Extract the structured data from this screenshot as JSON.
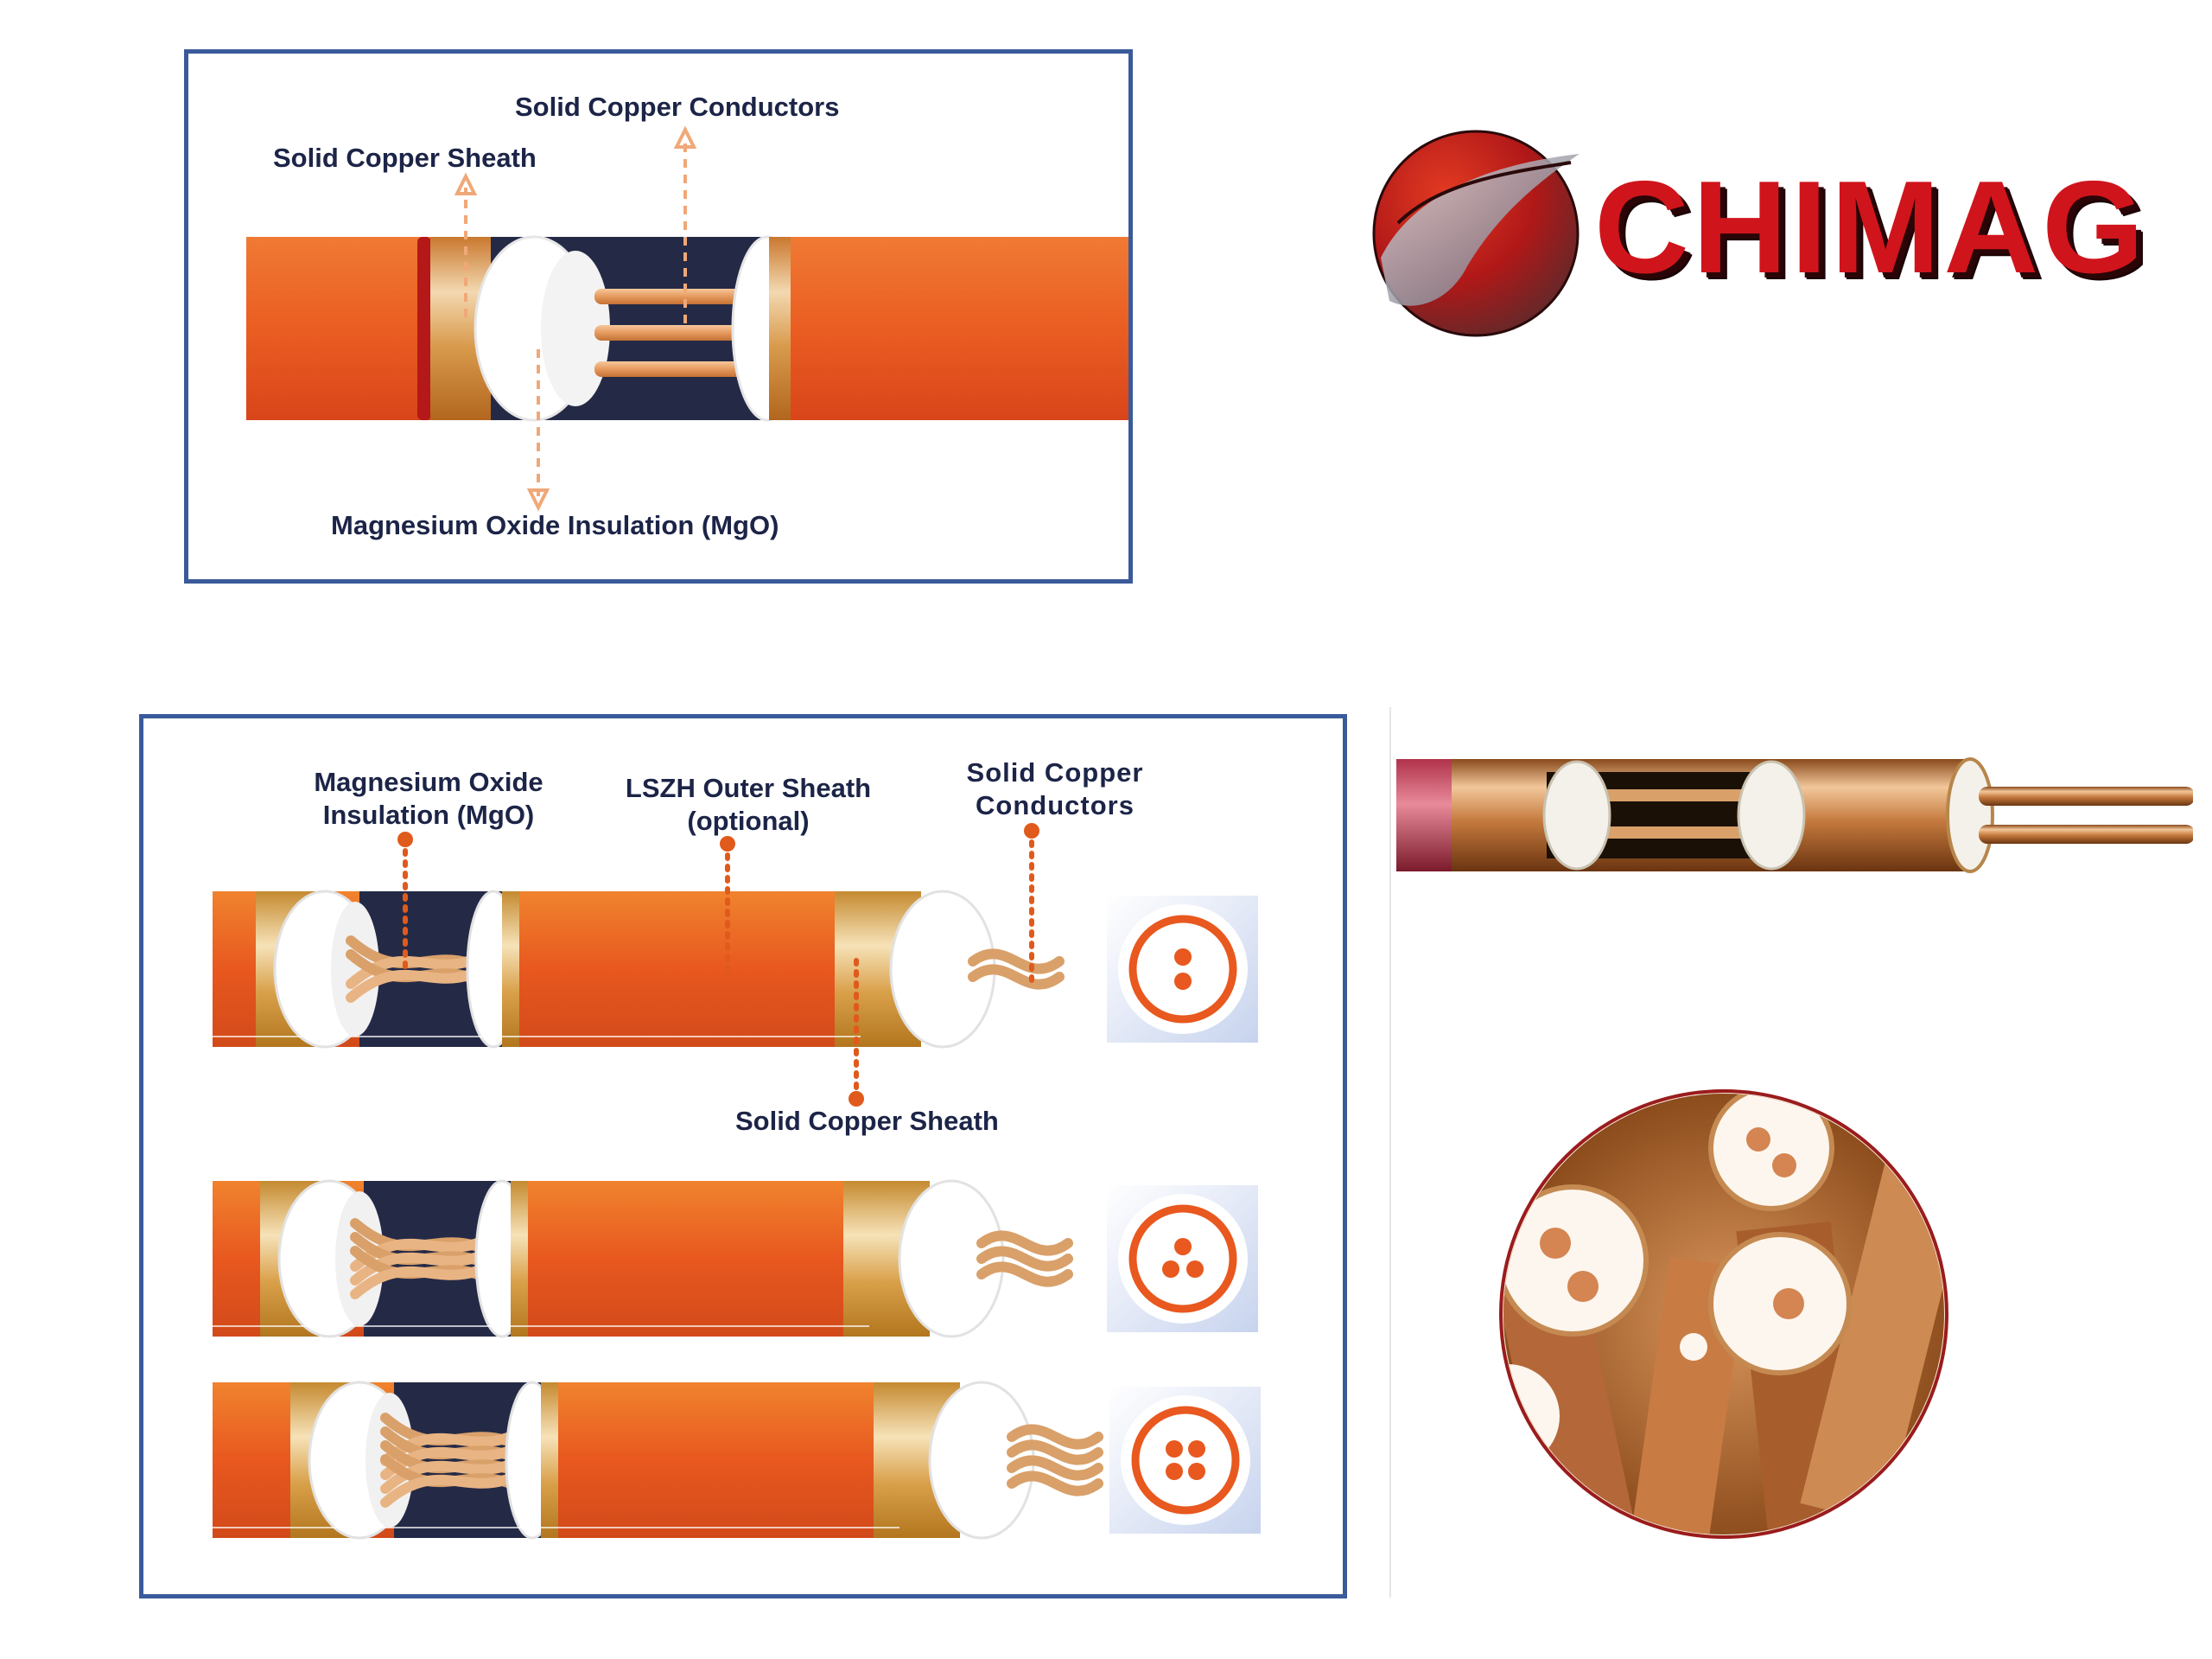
{
  "brand": {
    "name": "CHIMAG",
    "primary_color": "#d0141c",
    "secondary_color": "#8a8a96"
  },
  "colors": {
    "panel_border": "#3a5a9a",
    "sheath_orange": "#e8581f",
    "copper": "#d9a06a",
    "insulation": "#ffffff",
    "core_dark": "#242a46",
    "label_text": "#1c2447",
    "leader": "#e05a1c"
  },
  "diagram_top": {
    "labels": {
      "conductors": "Solid Copper Conductors",
      "sheath": "Solid Copper Sheath",
      "insulation": "Magnesium Oxide Insulation (MgO)"
    }
  },
  "diagram_bottom": {
    "labels": {
      "insulation_line1": "Magnesium Oxide",
      "insulation_line2": "Insulation (MgO)",
      "outer_sheath_line1": "LSZH Outer Sheath",
      "outer_sheath_line2": "(optional)",
      "conductors_line1": "Solid Copper",
      "conductors_line2": "Conductors",
      "sheath": "Solid Copper Sheath"
    },
    "cables": [
      {
        "cores": 2
      },
      {
        "cores": 3
      },
      {
        "cores": 4
      }
    ]
  },
  "photos": {
    "cable_cutaway": "mineral-insulated cable cutaway photo",
    "bundle_closeup": "copper cable bundle close-up"
  }
}
